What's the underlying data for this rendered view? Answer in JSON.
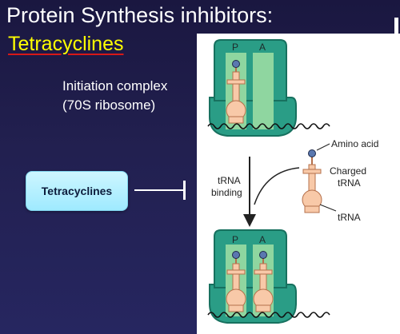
{
  "slide": {
    "title": "Protein Synthesis inhibitors:",
    "subtitle": "Tetracyclines"
  },
  "left_panel": {
    "initiation_line1": "Initiation complex",
    "initiation_line2": "(70S ribosome)",
    "drug_label": "Tetracyclines"
  },
  "figure": {
    "site_p": "P",
    "site_a": "A",
    "step_label_line1": "tRNA",
    "step_label_line2": "binding",
    "amino_acid_label": "Amino acid",
    "charged_label_line1": "Charged",
    "charged_label_line2": "tRNA",
    "trna_label": "tRNA"
  },
  "colors": {
    "ribosome": "#2a9d86",
    "ribosome_dark": "#17715f",
    "site_fill": "#8fd6a0",
    "trna": "#f8c9a8",
    "trna_stroke": "#b5714c",
    "amino_acid": "#5a78b0",
    "drug_box": "#aeeeff",
    "title_text": "#ffffff",
    "subtitle_text": "#ffff00"
  }
}
